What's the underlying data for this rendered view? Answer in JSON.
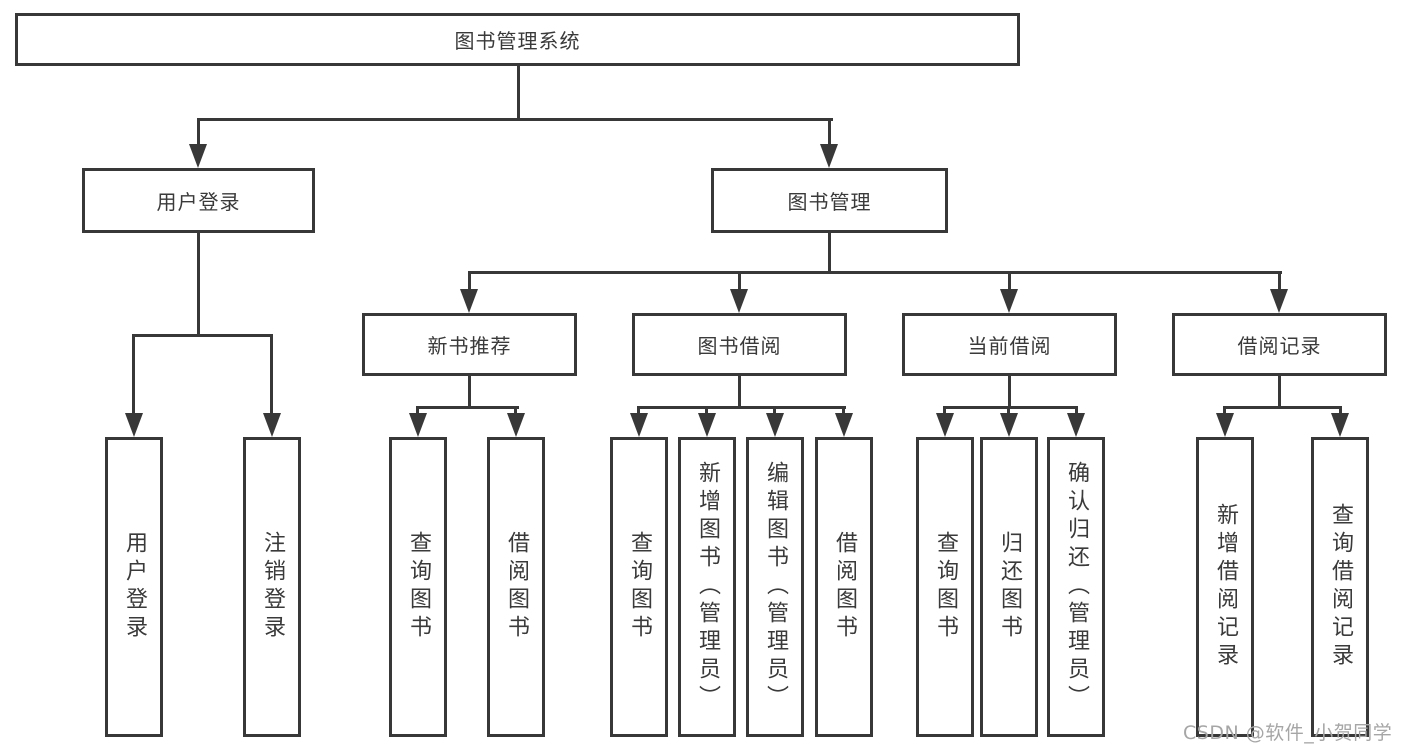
{
  "diagram_type": "hierarchy-tree",
  "tree": {
    "label": "图书管理系统",
    "children": [
      {
        "label": "用户登录",
        "children": [
          {
            "label": "用户登录"
          },
          {
            "label": "注销登录"
          }
        ]
      },
      {
        "label": "图书管理",
        "children": [
          {
            "label": "新书推荐",
            "children": [
              {
                "label": "查询图书"
              },
              {
                "label": "借阅图书"
              }
            ]
          },
          {
            "label": "图书借阅",
            "children": [
              {
                "label": "查询图书"
              },
              {
                "label": "新增图书（管理员）"
              },
              {
                "label": "编辑图书（管理员）"
              },
              {
                "label": "借阅图书"
              }
            ]
          },
          {
            "label": "当前借阅",
            "children": [
              {
                "label": "查询图书"
              },
              {
                "label": "归还图书"
              },
              {
                "label": "确认归还（管理员）"
              }
            ]
          },
          {
            "label": "借阅记录",
            "children": [
              {
                "label": "新增借阅记录"
              },
              {
                "label": "查询借阅记录"
              }
            ]
          }
        ]
      }
    ]
  },
  "watermark": "CSDN @软件_小贺同学",
  "colors": {
    "line": "#383838",
    "text": "#3a3a3a",
    "box_background": "#ffffff",
    "watermark": "#a6a6a6"
  }
}
